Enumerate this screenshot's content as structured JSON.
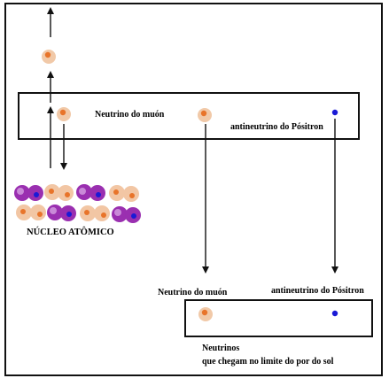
{
  "labels": {
    "neutrino_muon_top": "Neutrino do muón",
    "antineutrino_top": "antineutrino do Pósitron",
    "nucleus": "NÚCLEO ATÔMICO",
    "neutrino_muon_bottom": "Neutrino do muón",
    "antineutrino_bottom": "antineutrino do Pósitron",
    "neutrinos_line1": "Neutrinos",
    "neutrinos_line2": "que chegam no limite do por do sol"
  },
  "colors": {
    "line": "#111111",
    "particle_shell": "#f1c9a8",
    "particle_core": "#e8742a",
    "positron_dot": "#1a1ad6",
    "nucleus_purple": "#9a2fb0",
    "nucleus_lilac": "#c98ad8",
    "nucleus_peach": "#f2c6a4"
  }
}
